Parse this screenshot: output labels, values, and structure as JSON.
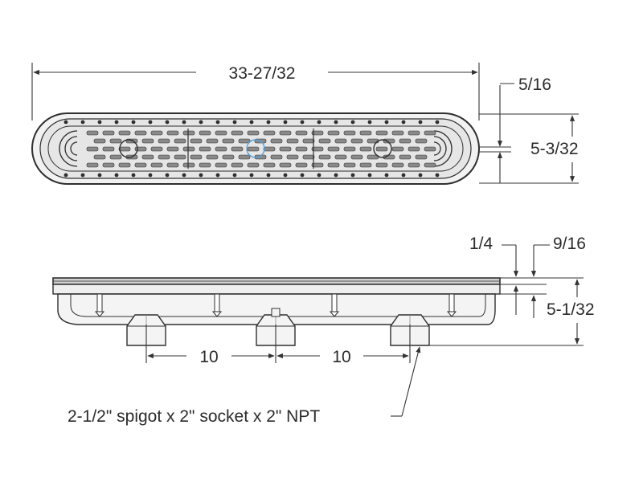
{
  "top_view": {
    "overall_length": "33-27/32",
    "edge_offset": "5/16",
    "width": "5-3/32"
  },
  "side_view": {
    "lip_thickness": "1/4",
    "flange_height": "9/16",
    "body_height": "5-1/32",
    "spacing_left": "10",
    "spacing_right": "10"
  },
  "callout": {
    "connection": "2-1/2\" spigot x 2\" socket x 2\" NPT"
  },
  "colors": {
    "line": "#2f2f2f",
    "body_fill": "#f2f2f2",
    "grate_fill": "#d9d9d9",
    "accent": "#5aa0d8"
  }
}
